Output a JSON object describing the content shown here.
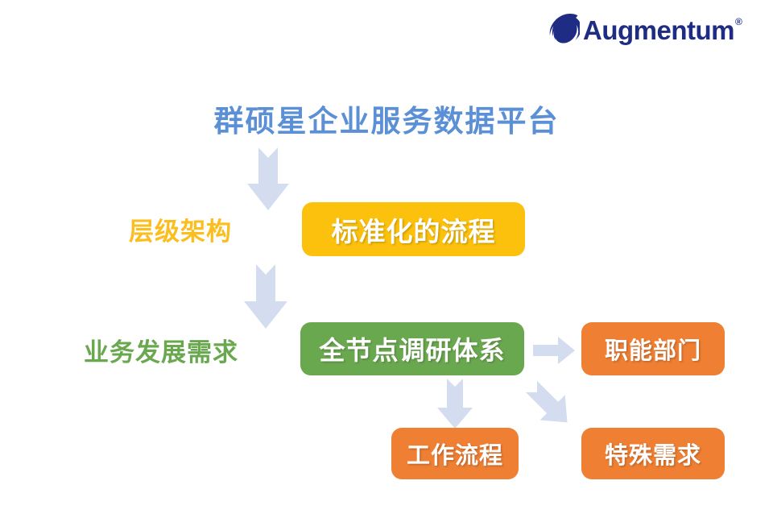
{
  "brand": {
    "name": "Augmentum",
    "registered_mark": "®",
    "logo_icon": "spiral-swirl-icon",
    "color": "#1F2C83"
  },
  "slide": {
    "title": "群硕星企业服务数据平台",
    "title_color": "#5B8FD6",
    "background": "#FFFFFF"
  },
  "rows": [
    {
      "label": "层级架构",
      "label_color": "#FBBE1E"
    },
    {
      "label": "业务发展需求",
      "label_color": "#6AA84F"
    }
  ],
  "nodes": {
    "standard_process": {
      "label": "标准化的流程",
      "color": "#FCC10C"
    },
    "full_node_research": {
      "label": "全节点调研体系",
      "color": "#6AA84F"
    },
    "functional_department": {
      "label": "职能部门",
      "color": "#EE7F33"
    },
    "work_flow": {
      "label": "工作流程",
      "color": "#EE7F33"
    },
    "special_requirement": {
      "label": "特殊需求",
      "color": "#EE7F33"
    }
  },
  "arrows": {
    "color": "#D3DDEF",
    "items": [
      {
        "name": "arrow-title-to-standard-process",
        "direction": "down"
      },
      {
        "name": "arrow-standard-process-to-research",
        "direction": "down"
      },
      {
        "name": "arrow-research-to-functional-department",
        "direction": "right"
      },
      {
        "name": "arrow-research-to-work-flow",
        "direction": "down"
      },
      {
        "name": "arrow-research-to-special-requirement",
        "direction": "down-right"
      }
    ]
  }
}
